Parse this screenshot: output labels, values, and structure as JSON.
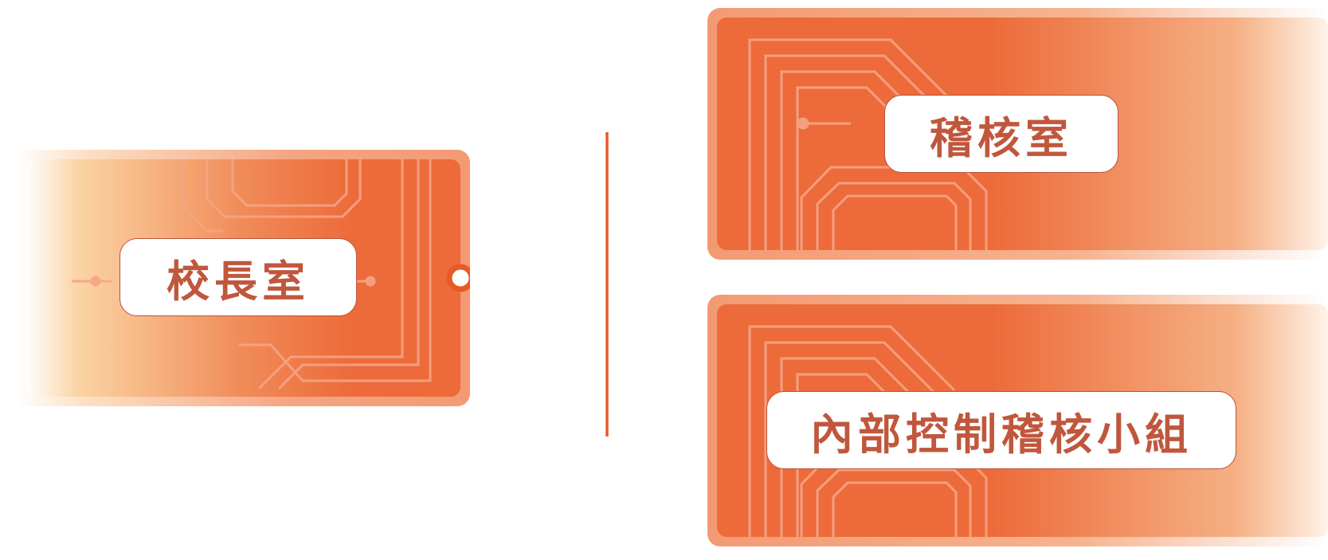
{
  "diagram": {
    "root": {
      "label": "校長室"
    },
    "children": [
      {
        "label": "稽核室"
      },
      {
        "label": "內部控制稽核小組"
      }
    ]
  },
  "colors": {
    "panel_primary": "#ed6b3a",
    "panel_border": "#f39a73",
    "panel_fade": "#fbd4a4",
    "connector": "#e85a25",
    "label_text": "#c0573d",
    "label_border": "#b8543c"
  }
}
